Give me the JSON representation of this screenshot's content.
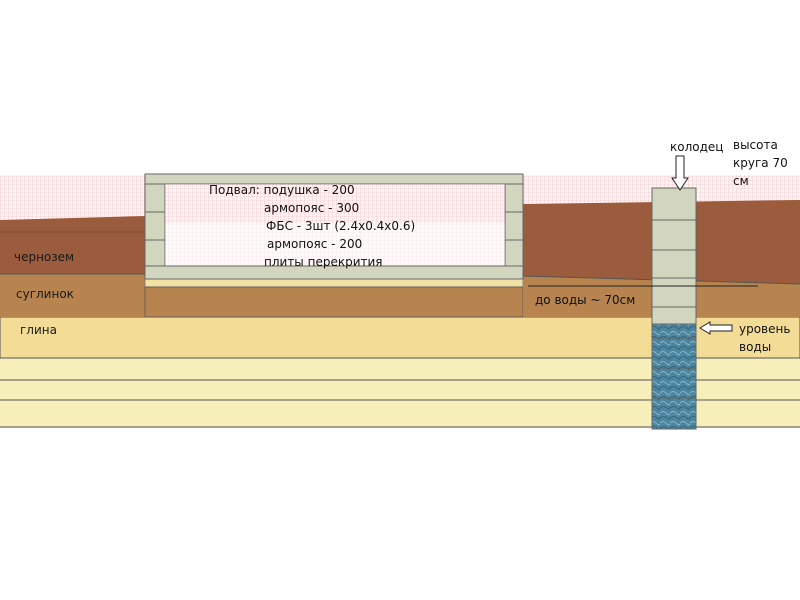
{
  "layers": {
    "chernozem": "чернозем",
    "suglinok": "суглинок",
    "glina": "глина"
  },
  "basement": {
    "line1": "Подвал: подушка - 200",
    "line2": "армопояс - 300",
    "line3": "ФБС - 3шт (2.4х0.4х0.6)",
    "line4": "армопояс - 200",
    "line5": "плиты перекрития"
  },
  "well": {
    "label": "колодец",
    "height_line1": "высота",
    "height_line2": "круга 70",
    "height_line3": "см"
  },
  "water": {
    "distance": "до воды ~ 70см",
    "level_line1": "уровень",
    "level_line2": "воды"
  },
  "colors": {
    "chernozem": "#9a5c3c",
    "suglinok": "#b7844f",
    "glina": "#f3dd96",
    "deep_clay": "#f7efba",
    "block": "#d3d6bf",
    "water": "#4a7d95"
  }
}
